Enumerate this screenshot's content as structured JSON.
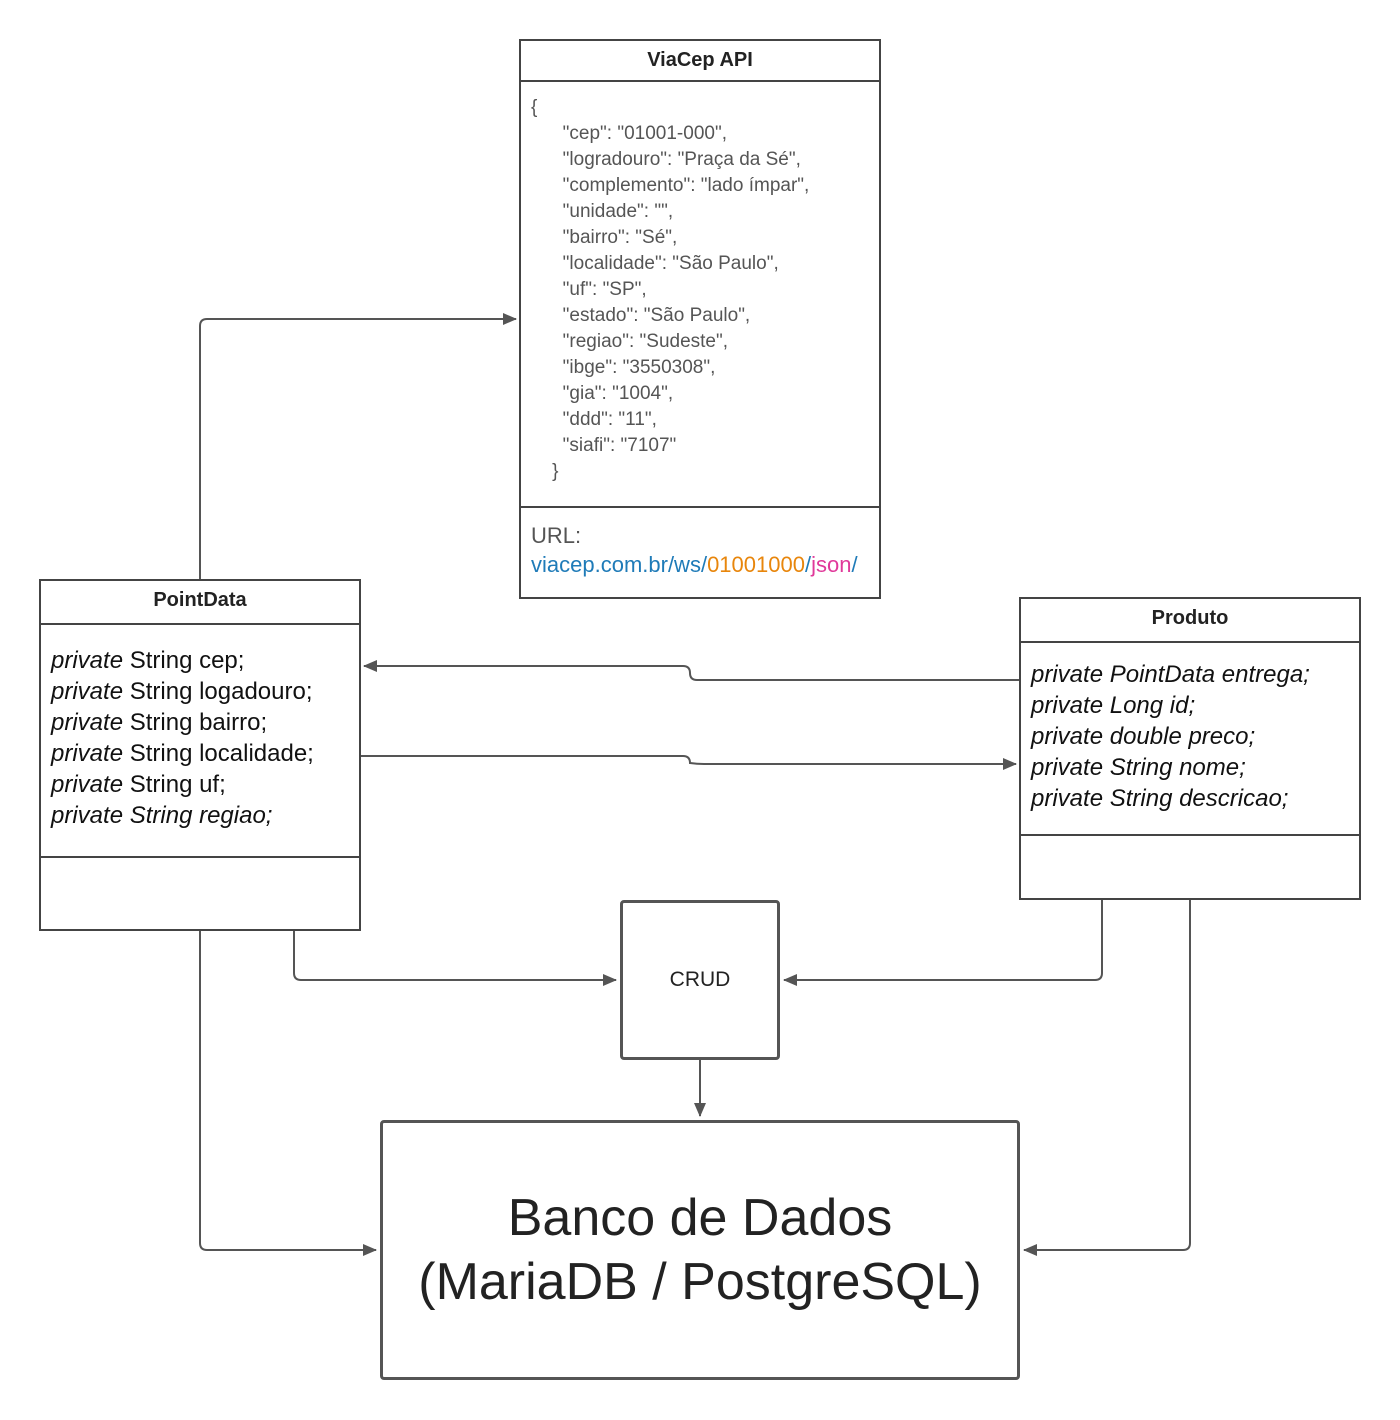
{
  "colors": {
    "border": "#444444",
    "url_blue": "#1f7bb8",
    "url_orange": "#e8860c",
    "url_pink": "#e0399a"
  },
  "viacep": {
    "title": "ViaCep API",
    "json_lines": [
      "{",
      "      \"cep\": \"01001-000\",",
      "      \"logradouro\": \"Praça da Sé\",",
      "      \"complemento\": \"lado ímpar\",",
      "      \"unidade\": \"\",",
      "      \"bairro\": \"Sé\",",
      "      \"localidade\": \"São Paulo\",",
      "      \"uf\": \"SP\",",
      "      \"estado\": \"São Paulo\",",
      "      \"regiao\": \"Sudeste\",",
      "      \"ibge\": \"3550308\",",
      "      \"gia\": \"1004\",",
      "      \"ddd\": \"11\",",
      "      \"siafi\": \"7107\"",
      "    }"
    ],
    "url_label": "URL:",
    "url_parts": [
      "viacep.com.br/ws/",
      "01001000",
      "/",
      "json",
      "/"
    ]
  },
  "pointdata": {
    "title": "PointData",
    "fields": [
      {
        "modifier": "private",
        "decl": " String cep;",
        "decl_italic": false
      },
      {
        "modifier": "private",
        "decl": " String logadouro;",
        "decl_italic": false
      },
      {
        "modifier": "private",
        "decl": " String bairro;",
        "decl_italic": false
      },
      {
        "modifier": "private",
        "decl": " String localidade;",
        "decl_italic": false
      },
      {
        "modifier": "private",
        "decl": " String uf;",
        "decl_italic": false
      },
      {
        "modifier": "private",
        "decl": " String regiao;",
        "decl_italic": true
      }
    ]
  },
  "produto": {
    "title": "Produto",
    "fields": [
      {
        "modifier": "private",
        "decl": " PointData entrega;",
        "decl_italic": true
      },
      {
        "modifier": "private",
        "decl": " Long id;",
        "decl_italic": true
      },
      {
        "modifier": "private",
        "decl": " double preco;",
        "decl_italic": true
      },
      {
        "modifier": "private",
        "decl": " String nome;",
        "decl_italic": true
      },
      {
        "modifier": "private",
        "decl": " String descricao;",
        "decl_italic": true
      }
    ]
  },
  "crud": {
    "label": "CRUD"
  },
  "database": {
    "line1": "Banco de Dados",
    "line2": "(MariaDB / PostgreSQL)"
  }
}
